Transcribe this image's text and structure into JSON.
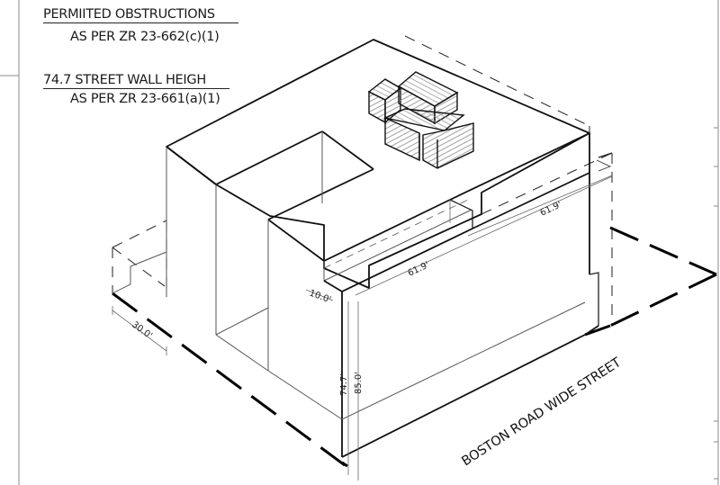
{
  "notes": [
    {
      "heading": "PERMIITED OBSTRUCTIONS",
      "detail": "AS PER ZR 23-662(c)(1)"
    },
    {
      "heading": "74.7 STREET WALL HEIGH",
      "detail": "AS PER ZR 23-661(a)(1)"
    }
  ],
  "dimensions": {
    "setback_depth": "10.0'",
    "rear_yard": "30.0'",
    "setback_length_lower": "61.9'",
    "setback_length_upper": "61.9'",
    "street_wall_height": "74.7'",
    "building_height": "85.0'"
  },
  "street_label": "BOSTON ROAD WIDE STREET",
  "colors": {
    "line": "#111111",
    "background": "#ffffff"
  }
}
